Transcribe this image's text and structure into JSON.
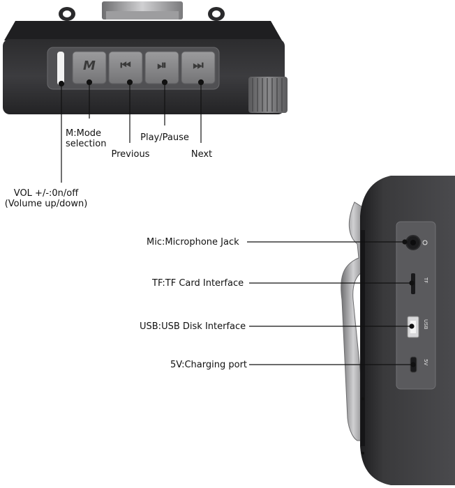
{
  "top_device": {
    "buttons": [
      {
        "id": "mode",
        "glyph": "M",
        "icon": "mode-letter-icon"
      },
      {
        "id": "previous",
        "glyph": "⏮",
        "icon": "previous-icon"
      },
      {
        "id": "play_pause",
        "glyph": "⏯",
        "icon": "play-pause-icon"
      },
      {
        "id": "next",
        "glyph": "⏭",
        "icon": "next-icon"
      }
    ]
  },
  "side_device": {
    "port_tags": {
      "tf": "TF",
      "usb": "USB",
      "dc": "5V"
    }
  },
  "callouts": {
    "mode": [
      "M:Mode",
      "selection"
    ],
    "previous": "Previous",
    "play_pause": "Play/Pause",
    "next": "Next",
    "volume": [
      "VOL +/-:0n/off",
      "(Volume up/down)"
    ],
    "mic": "Mic:Microphone Jack",
    "tf": "TF:TF Card Interface",
    "usb": "USB:USB Disk Interface",
    "dc": "5V:Charging port"
  },
  "colors": {
    "body_dark": "#2f2f31",
    "body_mid": "#4a4a4d",
    "button_face": "#8e8e90",
    "panel": "#5a5a5c",
    "clip_metal": "#b8b8bb"
  }
}
